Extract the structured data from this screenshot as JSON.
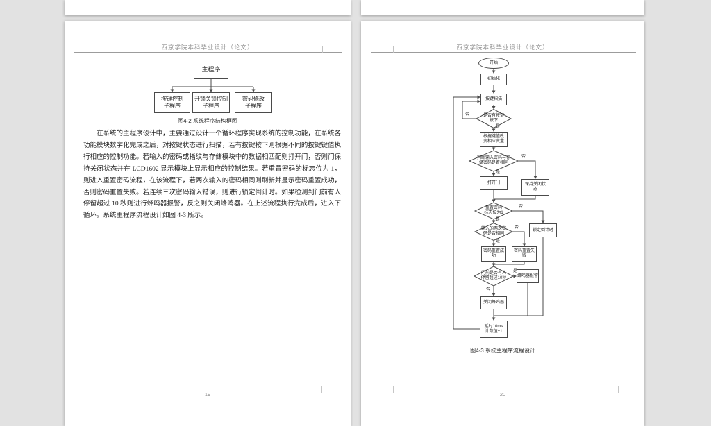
{
  "doc": {
    "header": "西京学院本科毕业设计（论文）",
    "left": {
      "page_number": "19",
      "fig42": {
        "root": "主程序",
        "box_key": "按键控制\n子程序",
        "box_lock": "开锁关锁控制\n子程序",
        "box_pwd": "密码修改\n子程序",
        "caption": "图4-2 系统程序结构框图"
      },
      "paragraph": "在系统的主程序设计中，主要通过设计一个循环程序实现系统的控制功能，在系统各功能模块数字化完成之后，对按键状态进行扫描，若有按键按下则根据不同的按键键值执行相应的控制功能。若输入的密码或指纹与存储模块中的数据相匹配则打开门，否则门保持关闭状态并在 LCD1602 显示模块上显示相应的控制结果。若重置密码的标志位为 1，则进入重置密码流程，在该流程下，若两次输入的密码相同则刷新并显示密码重置成功，否则密码重置失败。若连续三次密码输入错误，则进行锁定倒计时。如果检测到门前有人停留超过 10 秒则进行蜂鸣器报警，反之则关闭蜂鸣器。在上述流程执行完成后，进入下循环。系统主程序流程设计如图 4-3 所示。"
    },
    "right": {
      "page_number": "20",
      "fig43": {
        "caption": "图4-3 系统主程序流程设计",
        "yes": "是",
        "no": "否",
        "start": "开始",
        "init": "初始化",
        "scan": "按键扫描",
        "d_key": "是否有按键\n按下",
        "keyval": "根据键值改\n变相应变量",
        "d_pwd": "判断输入密码与存\n储密码是否相同",
        "open": "打开门",
        "keep": "保持关闭状\n态",
        "d_flag": "重置密码\n标志位为1",
        "lock": "锁定倒计时",
        "d_same": "输入的两次密\n码是否相同",
        "ok": "密码重置成\n功",
        "fail": "密码重置失\n败",
        "d_person": "门前是否有人\n停留超过10秒",
        "alarm": "蜂鸣器报警",
        "closebuzz": "关闭蜂鸣器",
        "delay": "延时10ms\n计数值+1"
      }
    }
  }
}
